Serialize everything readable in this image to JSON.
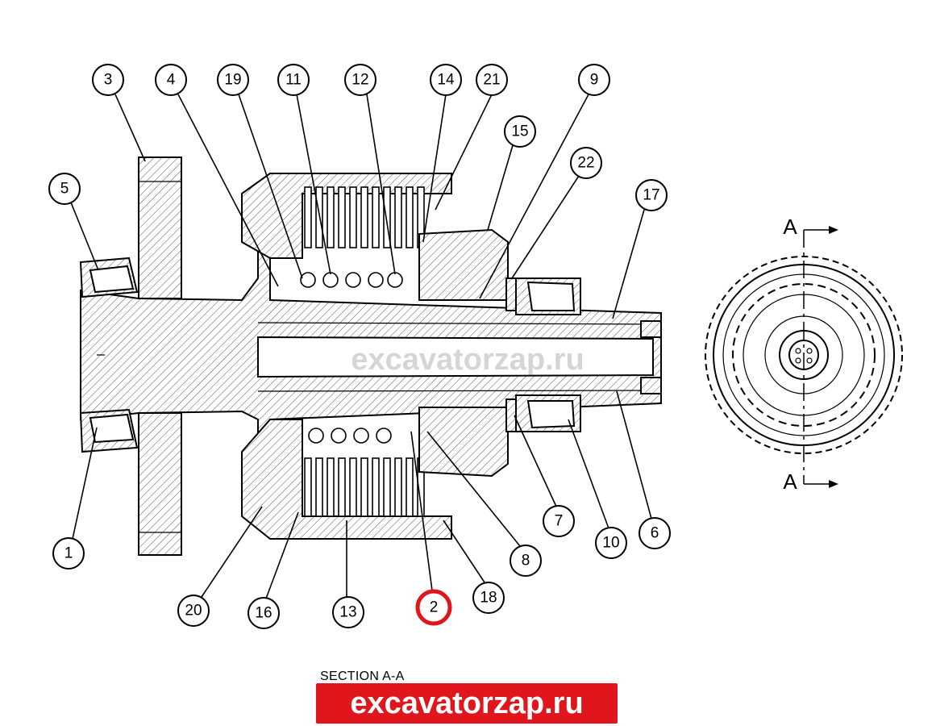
{
  "callouts": [
    {
      "label": "3"
    },
    {
      "label": "4"
    },
    {
      "label": "19"
    },
    {
      "label": "11"
    },
    {
      "label": "12"
    },
    {
      "label": "14"
    },
    {
      "label": "21"
    },
    {
      "label": "9"
    },
    {
      "label": "15"
    },
    {
      "label": "22"
    },
    {
      "label": "17"
    },
    {
      "label": "5"
    },
    {
      "label": "1"
    },
    {
      "label": "20"
    },
    {
      "label": "16"
    },
    {
      "label": "13"
    },
    {
      "label": "2"
    },
    {
      "label": "18"
    },
    {
      "label": "8"
    },
    {
      "label": "7"
    },
    {
      "label": "10"
    },
    {
      "label": "6"
    }
  ],
  "highlighted_callout": "2",
  "highlight_color": "#e0161c",
  "section_marker": {
    "letter_top": "A",
    "letter_bottom": "A"
  },
  "section_label": "SECTION A-A",
  "watermark": "excavatorzap.ru",
  "brand_banner": "excavatorzap.ru",
  "colors": {
    "banner": "#e0161c",
    "banner_text": "#ffffff",
    "line": "#000000"
  }
}
